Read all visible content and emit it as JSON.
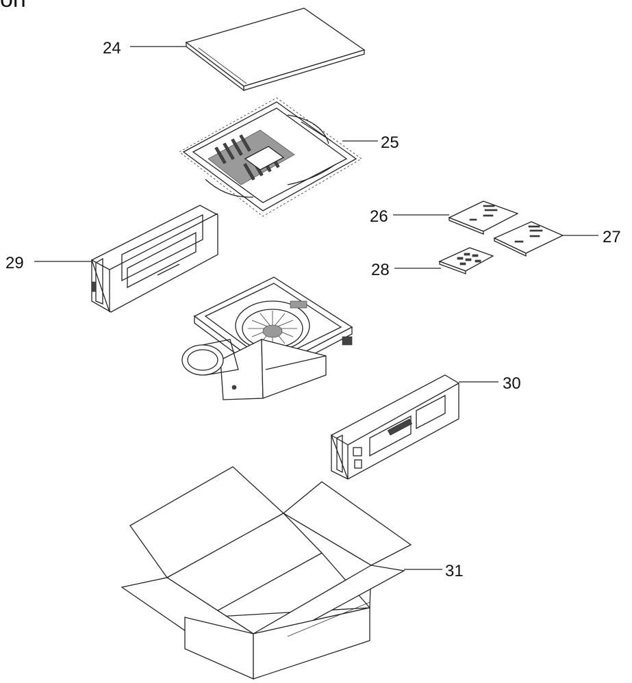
{
  "header_fragment": "on",
  "callouts": {
    "c24": "24",
    "c25": "25",
    "c26": "26",
    "c27": "27",
    "c28": "28",
    "c29": "29",
    "c30": "30",
    "c31": "31"
  }
}
